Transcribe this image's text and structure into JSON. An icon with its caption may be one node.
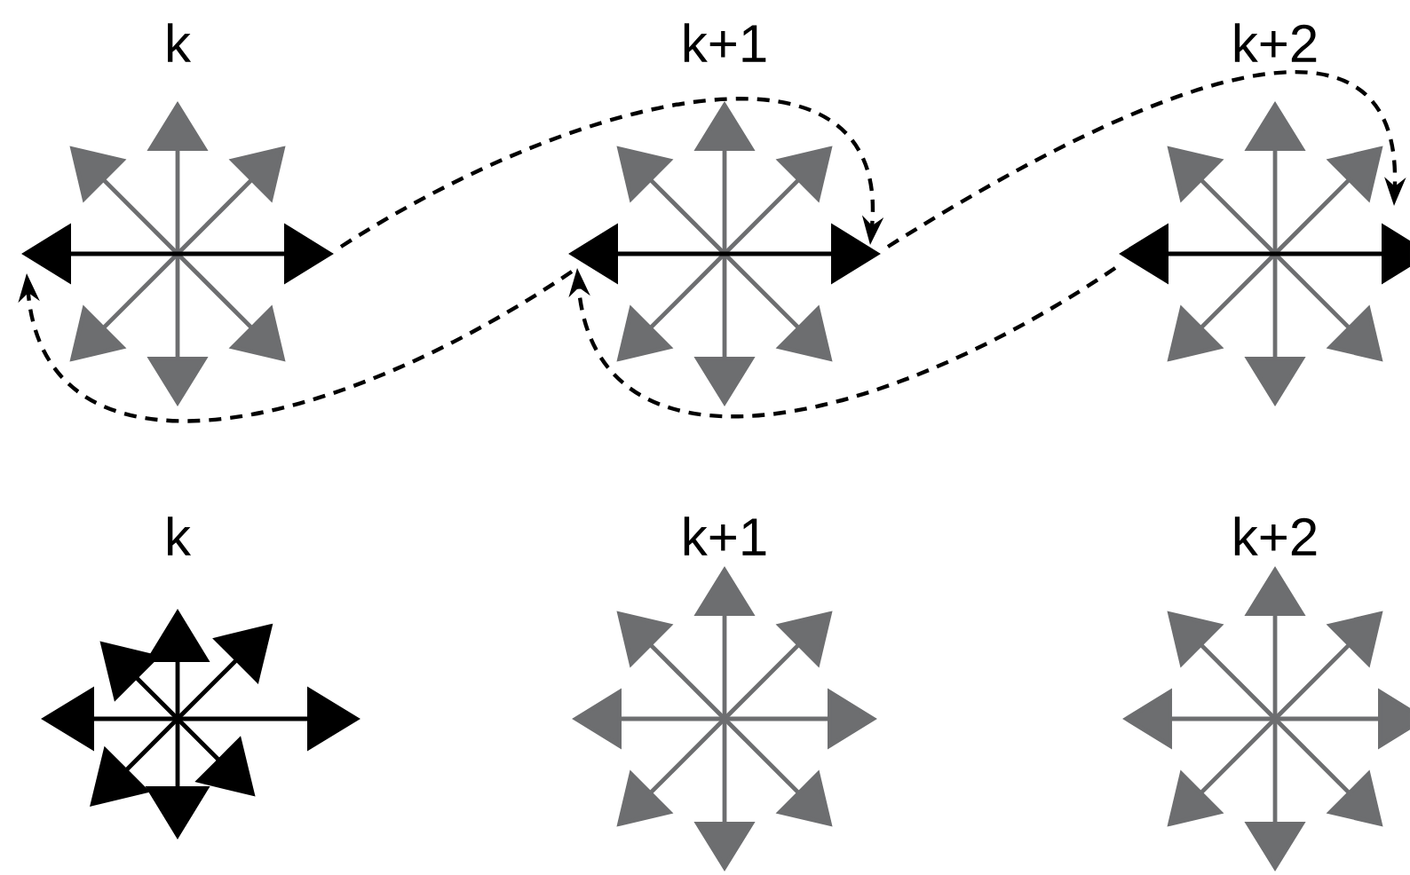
{
  "diagram": {
    "nodes": [
      {
        "text": [
          "k"
        ]
      },
      {
        "text": [
          "k+1"
        ]
      },
      {
        "text": [
          "k+2"
        ]
      },
      {
        "text": [
          "k"
        ]
      },
      {
        "text": [
          "k+1"
        ]
      },
      {
        "text": [
          "k+2"
        ]
      }
    ],
    "edges": [
      {
        "from": 1,
        "to": 0,
        "arrow": "to",
        "style": "dashed"
      },
      {
        "from": 0,
        "to": 1,
        "arrow": "to",
        "style": "dashed"
      },
      {
        "from": 2,
        "to": 1,
        "arrow": "to",
        "style": "dashed"
      },
      {
        "from": 1,
        "to": 2,
        "arrow": "to",
        "style": "dashed"
      }
    ]
  }
}
